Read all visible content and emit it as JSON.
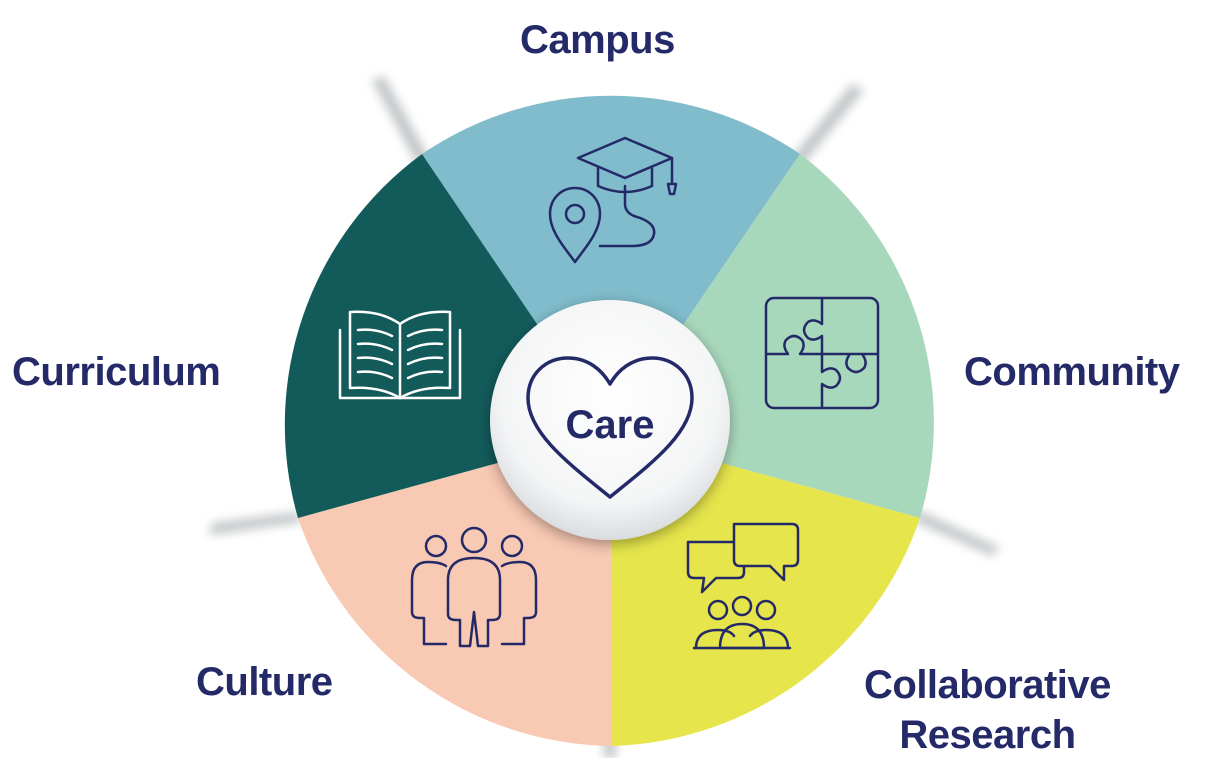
{
  "center": {
    "label": "Care"
  },
  "segments": [
    {
      "id": "campus",
      "label": "Campus",
      "color": "#80bccb",
      "icon": "graduation-cap-location-icon"
    },
    {
      "id": "community",
      "label": "Community",
      "color": "#a8d8bc",
      "icon": "puzzle-icon"
    },
    {
      "id": "collaborative-research",
      "label_line1": "Collaborative",
      "label_line2": "Research",
      "color": "#e6e54b",
      "icon": "chat-group-icon"
    },
    {
      "id": "culture",
      "label": "Culture",
      "color": "#f8c9b3",
      "icon": "people-group-icon"
    },
    {
      "id": "curriculum",
      "label": "Curriculum",
      "color": "#135b5b",
      "icon": "open-book-icon"
    }
  ],
  "colors": {
    "text": "#242a68",
    "icon_dark": "#242a68",
    "icon_light": "#ffffff"
  }
}
